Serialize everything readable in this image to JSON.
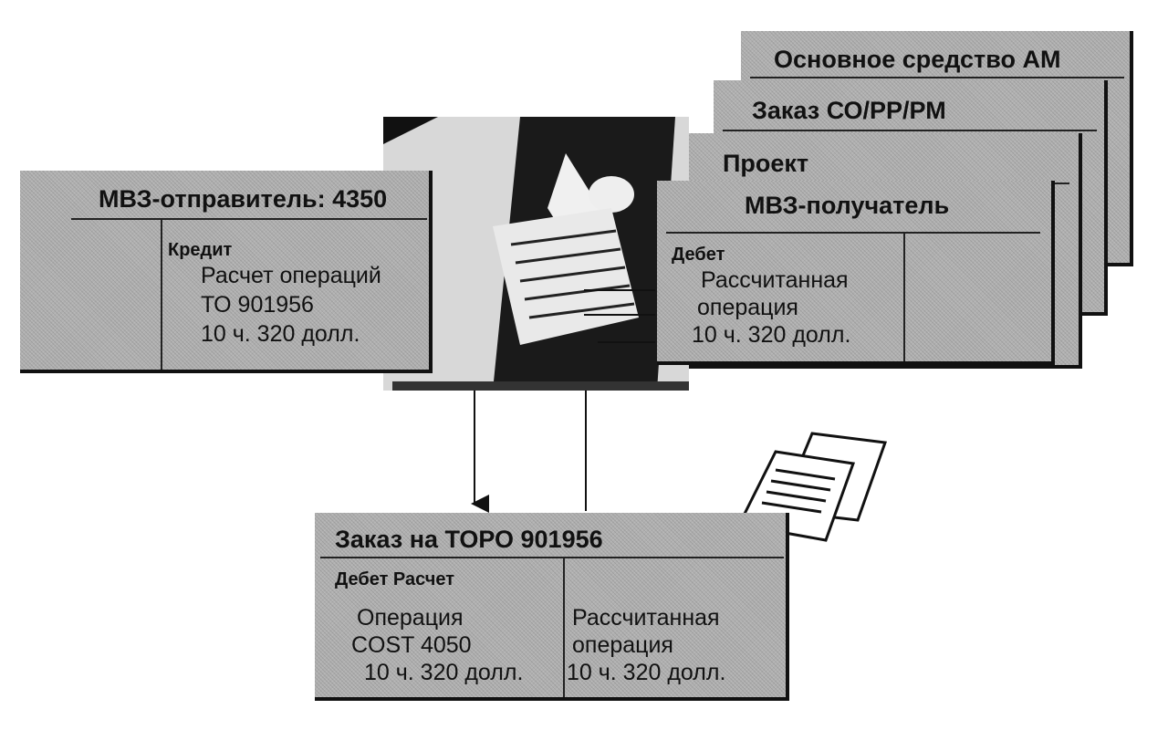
{
  "stack": {
    "asset": "Основное средство АМ",
    "order": "Заказ СО/РР/РМ",
    "project": "Проект",
    "receiver": {
      "title": "МВЗ-получатель",
      "debit_label": "Дебет",
      "line1": "Рассчитанная",
      "line2": "операция",
      "line3": "10 ч. 320 долл."
    }
  },
  "sender": {
    "title": "МВЗ-отправитель: 4350",
    "credit_label": "Кредит",
    "line1": "Расчет операций",
    "line2": "ТО 901956",
    "line3": "10 ч. 320 долл."
  },
  "order_box": {
    "title": "Заказ на ТОРО 901956",
    "debit_label": "Дебет Расчет",
    "left_line1": "Операция",
    "left_line2": "COST 4050",
    "left_line3": "10 ч. 320 долл.",
    "right_line1": "Рассчитанная",
    "right_line2": "операция",
    "right_line3": "10 ч. 320 долл."
  },
  "icons": {
    "photo": "person-at-keyboard-photo",
    "documents": "documents-icon"
  }
}
